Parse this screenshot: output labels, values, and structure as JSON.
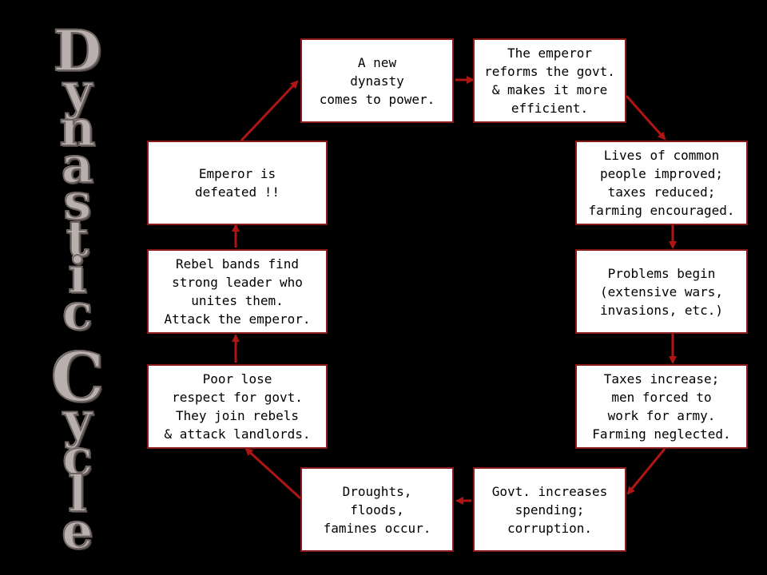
{
  "title": {
    "word1_letters": [
      "D",
      "y",
      "n",
      "a",
      "s",
      "t",
      "i",
      "c"
    ],
    "word2_letters": [
      "C",
      "y",
      "c",
      "l",
      "e"
    ]
  },
  "steps": {
    "new_dynasty": "A new\ndynasty\ncomes to power.",
    "reforms": "The emperor\nreforms the govt.\n& makes it more\nefficient.",
    "lives_improved": "Lives of common\npeople improved;\ntaxes reduced;\nfarming encouraged.",
    "problems_begin": "Problems begin\n(extensive wars,\ninvasions, etc.)",
    "taxes_increase": "Taxes increase;\nmen forced to\nwork for army.\nFarming neglected.",
    "govt_spending": "Govt. increases\nspending;\ncorruption.",
    "droughts": "Droughts,\nfloods,\nfamines occur.",
    "poor_lose_respect": "Poor lose\nrespect for govt.\nThey join rebels\n& attack landlords.",
    "rebel_bands": "Rebel bands find\nstrong leader who\nunites them.\nAttack the emperor.",
    "emperor_defeated": "Emperor is\ndefeated !!"
  },
  "colors": {
    "background": "#000000",
    "arrow": "#b01515",
    "box_border": "#8b1a1a",
    "title_fill": "#b8b0ae"
  }
}
